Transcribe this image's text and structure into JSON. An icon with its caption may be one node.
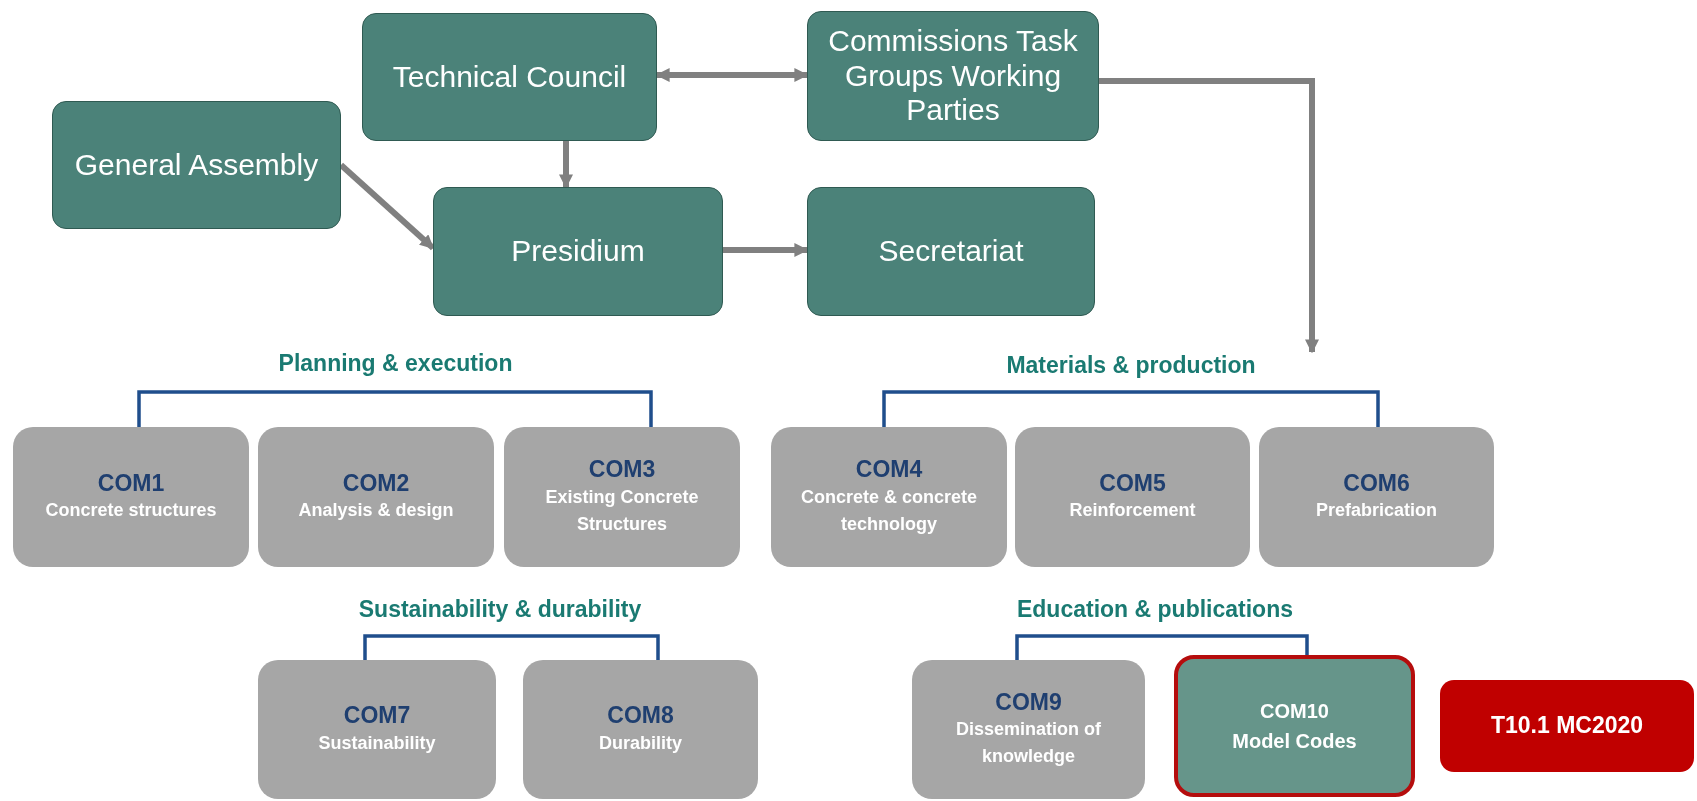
{
  "diagram": {
    "nodes": [
      {
        "text": [
          "Technical Council"
        ]
      },
      {
        "text": [
          "Commissions Task Groups Working Parties"
        ]
      },
      {
        "text": [
          "General Assembly"
        ]
      },
      {
        "text": [
          "Presidium"
        ]
      },
      {
        "text": [
          "Secretariat"
        ]
      },
      {
        "text": [
          "Planning & execution"
        ]
      },
      {
        "text": [
          "COM1",
          "Concrete structures"
        ]
      },
      {
        "text": [
          "COM2",
          "Analysis & design"
        ]
      },
      {
        "text": [
          "COM3",
          "Existing Concrete Structures"
        ]
      },
      {
        "text": [
          "Materials & production"
        ]
      },
      {
        "text": [
          "COM4",
          "Concrete & concrete technology"
        ]
      },
      {
        "text": [
          "COM5",
          "Reinforcement"
        ]
      },
      {
        "text": [
          "COM6",
          "Prefabrication"
        ]
      },
      {
        "text": [
          "Sustainability & durability"
        ]
      },
      {
        "text": [
          "COM7",
          "Sustainability"
        ]
      },
      {
        "text": [
          "COM8",
          "Durability"
        ]
      },
      {
        "text": [
          "Education & publications"
        ]
      },
      {
        "text": [
          "COM9",
          "Dissemination of knowledge"
        ]
      },
      {
        "text": [
          "COM10",
          "Model Codes"
        ]
      },
      {
        "text": [
          "T10.1 MC2020"
        ]
      }
    ],
    "edges": [
      {
        "from": 0,
        "to": 1,
        "arrow": "both"
      },
      {
        "from": 0,
        "to": 3,
        "arrow": "to"
      },
      {
        "from": 2,
        "to": 3,
        "arrow": "to"
      },
      {
        "from": 3,
        "to": 4,
        "arrow": "to"
      },
      {
        "from": 1,
        "to": 9,
        "arrow": "to"
      }
    ]
  }
}
